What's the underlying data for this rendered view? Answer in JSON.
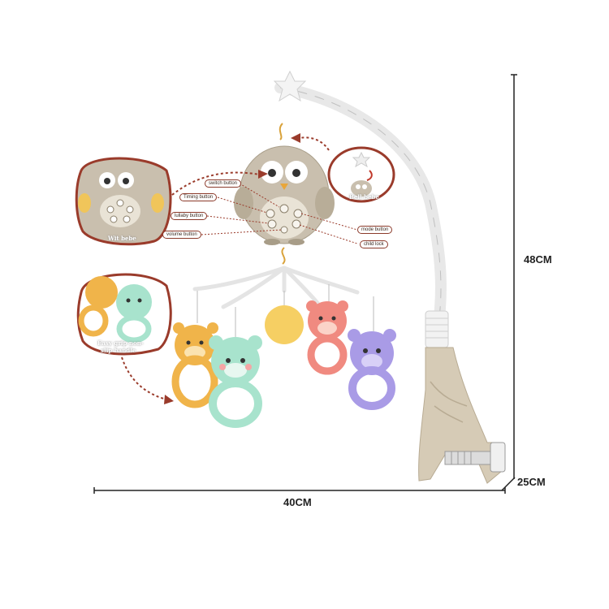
{
  "callouts": {
    "switch_button": "switch button",
    "timing_button": "Timing button",
    "lullaby_button": "lullaby button",
    "volume_button": "volume button",
    "mode_button": "mode button",
    "child_lock": "child lock"
  },
  "insets": {
    "owl_caption": "Wit bebe",
    "bell_caption": "Bell bebe",
    "rattle_caption_line1": "Easy grip non-",
    "rattle_caption_line2": "slip handle"
  },
  "dimensions": {
    "height": "48CM",
    "width": "40CM",
    "depth": "25CM"
  },
  "colors": {
    "owl": "#c9bfae",
    "tiger": "#f0b44a",
    "mint_bear": "#a8e3cd",
    "pink_bear": "#f08a80",
    "purple_bear": "#a99be6",
    "ball": "#f6cf63",
    "clamp": "#d6cbb6",
    "accent_line": "#9a3b2b"
  }
}
